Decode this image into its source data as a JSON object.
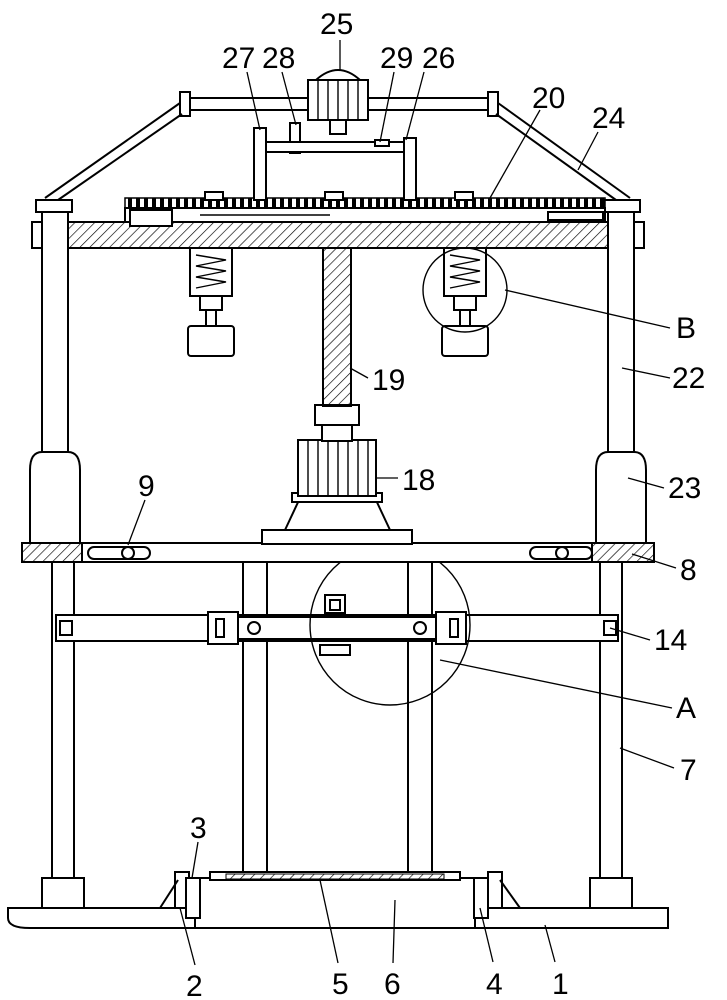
{
  "labels": {
    "l1": "1",
    "l2": "2",
    "l3": "3",
    "l4": "4",
    "l5": "5",
    "l6": "6",
    "l7": "7",
    "l8": "8",
    "l9": "9",
    "l14": "14",
    "l18": "18",
    "l19": "19",
    "l20": "20",
    "l22": "22",
    "l23": "23",
    "l24": "24",
    "l25": "25",
    "l26": "26",
    "l27": "27",
    "l28": "28",
    "l29": "29",
    "lA": "A",
    "lB": "B"
  }
}
